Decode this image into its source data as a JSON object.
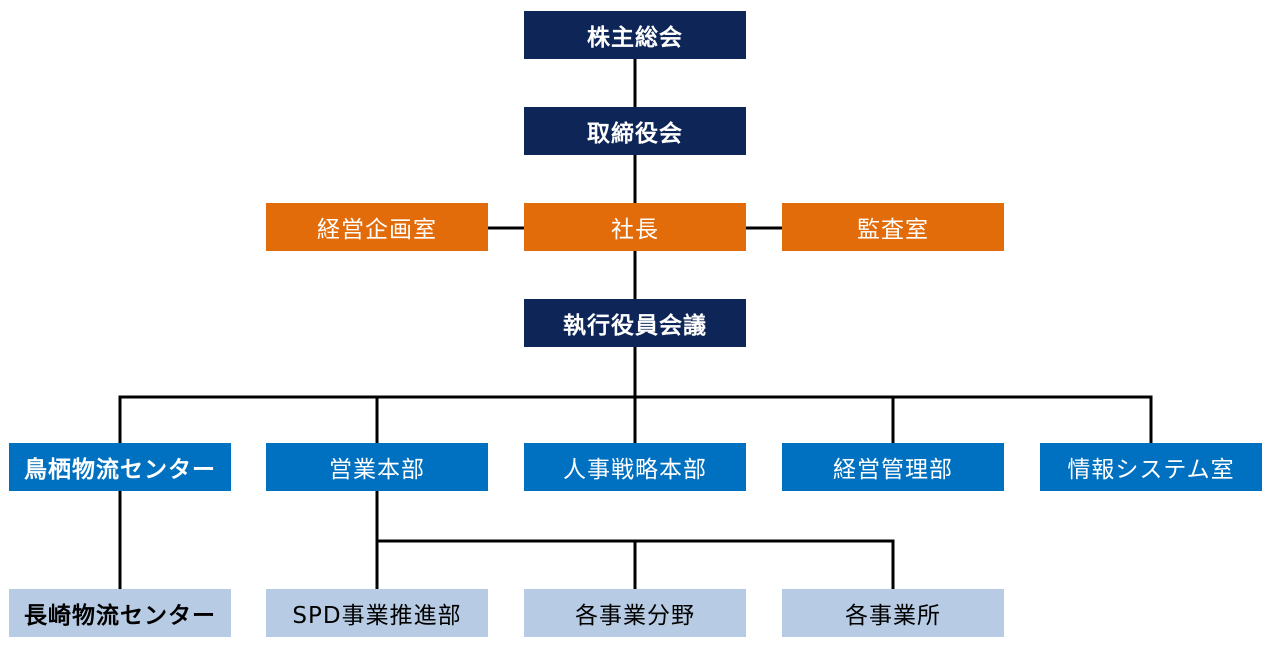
{
  "colors": {
    "navy": "#0d2557",
    "orange": "#e36c0a",
    "blue": "#0070c0",
    "light_blue": "#b7cce4",
    "line": "#000000"
  },
  "nodes": {
    "shareholders_meeting": "株主総会",
    "board_of_directors": "取締役会",
    "corporate_planning": "経営企画室",
    "president": "社長",
    "audit_office": "監査室",
    "executive_committee": "執行役員会議",
    "tosu_center": "鳥栖物流センター",
    "sales_division": "営業本部",
    "hr_strategy": "人事戦略本部",
    "business_management": "経営管理部",
    "info_systems": "情報システム室",
    "nagasaki_center": "長崎物流センター",
    "spd_promotion": "SPD事業推進部",
    "business_fields": "各事業分野",
    "business_offices": "各事業所"
  }
}
